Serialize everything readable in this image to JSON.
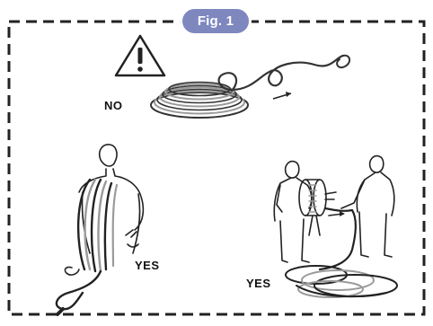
{
  "figure": {
    "badge": "Fig. 1",
    "labels": {
      "incorrect": "NO",
      "correct_shoulder": "YES",
      "correct_reel": "YES"
    },
    "colors": {
      "badge": "#7f87bf",
      "border": "#222222",
      "ink": "#222222",
      "rope_shade": "#9a9a9a"
    },
    "icons": [
      "warning-triangle-icon",
      "direction-arrow-icon"
    ]
  }
}
